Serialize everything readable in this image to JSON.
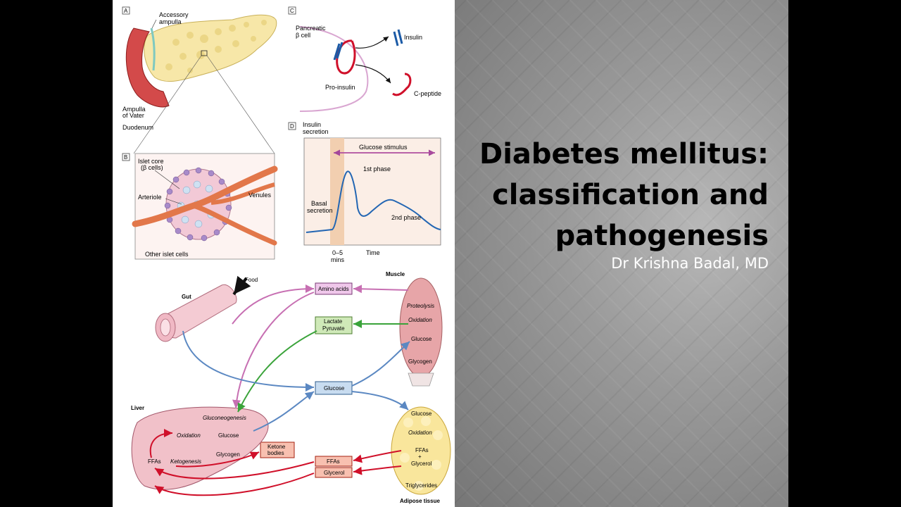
{
  "slide": {
    "title_lines": [
      "Diabetes mellitus:",
      "classification and",
      "pathogenesis"
    ],
    "subtitle": "Dr Krishna Badal, MD"
  },
  "figure": {
    "panel_a": {
      "tag": "A",
      "accessory_ampulla_1": "Accessory",
      "accessory_ampulla_2": "ampulla",
      "ampulla_of_vater_1": "Ampulla",
      "ampulla_of_vater_2": "of Vater",
      "duodenum": "Duodenum"
    },
    "panel_b": {
      "tag": "B",
      "islet_core_1": "Islet core",
      "islet_core_2": "(β cells)",
      "arteriole": "Arteriole",
      "venules": "Venules",
      "other_islet_cells": "Other islet cells"
    },
    "panel_c": {
      "tag": "C",
      "beta_cell_1": "Pancreatic",
      "beta_cell_2": "β cell",
      "insulin": "Insulin",
      "pro_insulin": "Pro-insulin",
      "c_peptide": "C-peptide"
    },
    "panel_d": {
      "tag": "D",
      "ylabel_1": "Insulin",
      "ylabel_2": "secretion",
      "glucose_stimulus": "Glucose stimulus",
      "first_phase": "1st phase",
      "basal_1": "Basal",
      "basal_2": "secretion",
      "second_phase": "2nd phase",
      "x_tick_1": "0–5",
      "x_tick_2": "mins",
      "xlabel": "Time"
    },
    "metabolism": {
      "food": "Food",
      "gut": "Gut",
      "muscle": "Muscle",
      "amino_acids": "Amino acids",
      "lactate": "Lactate",
      "pyruvate": "Pyruvate",
      "glucose_box": "Glucose",
      "liver": "Liver",
      "gluconeogenesis": "Gluconeogenesis",
      "liver_glucose": "Glucose",
      "liver_oxidation": "Oxidation",
      "liver_glycogen": "Glycogen",
      "liver_ffas": "FFAs",
      "ketogenesis": "Ketogenesis",
      "ketone_1": "Ketone",
      "ketone_2": "bodies",
      "ffas_box": "FFAs",
      "glycerol_box": "Glycerol",
      "muscle_proteolysis": "Proteolysis",
      "muscle_oxidation": "Oxidation",
      "muscle_glucose": "Glucose",
      "muscle_glycogen": "Glycogen",
      "adipose_glucose": "Glucose",
      "adipose_oxidation": "Oxidation",
      "adipose_ffas": "FFAs",
      "adipose_plus": "+",
      "adipose_glycerol": "Glycerol",
      "adipose_triglycerides": "Triglycerides",
      "adipose_tissue": "Adipose tissue"
    }
  },
  "colors": {
    "figure_bg": "#ffffff",
    "slide_bg": "#9a9a9a",
    "title": "#000000",
    "subtitle": "#ffffff",
    "pink_arrow": "#c76fb2",
    "green_arrow": "#3aa33a",
    "blue_arrow": "#5b88c2",
    "red_arrow": "#d0102a"
  }
}
